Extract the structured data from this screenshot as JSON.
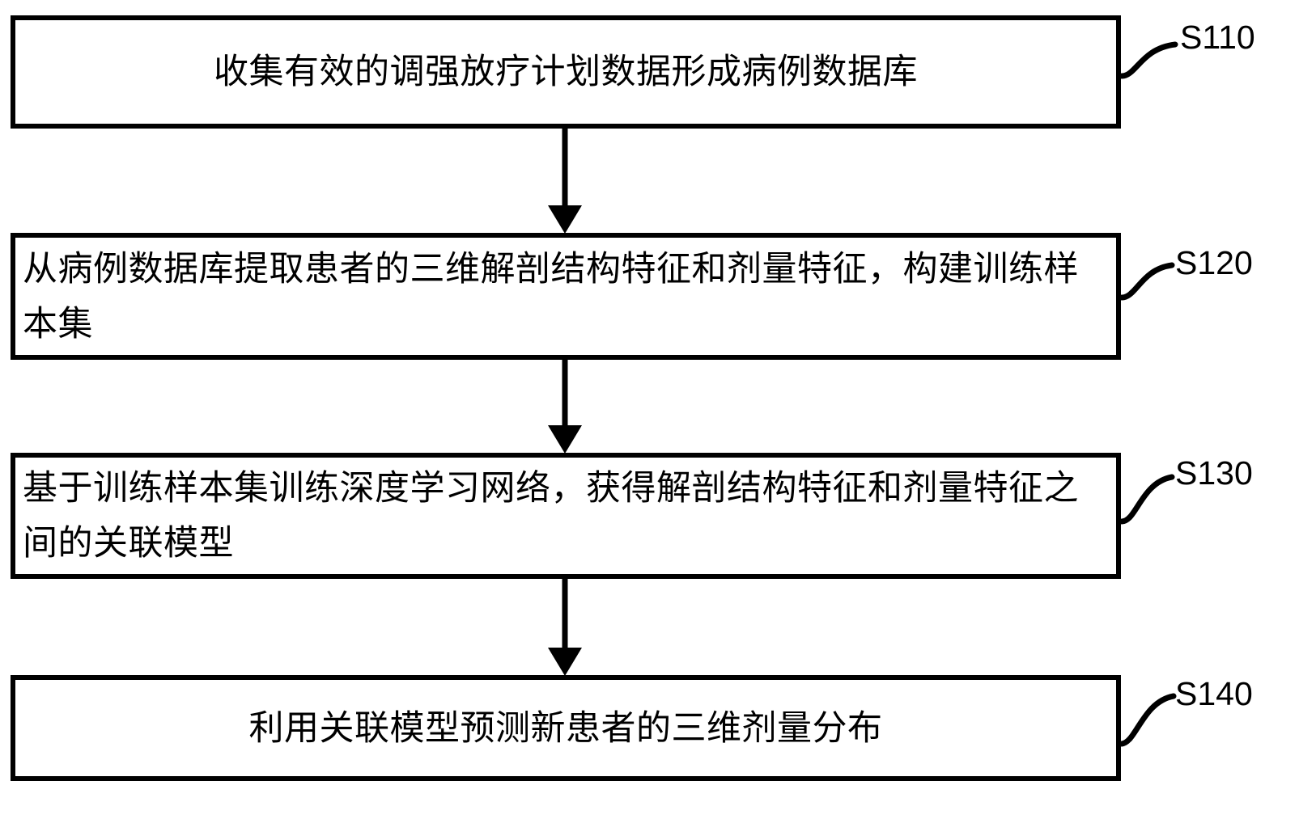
{
  "diagram": {
    "type": "flowchart",
    "orientation": "vertical",
    "title": "",
    "background_color": "#ffffff",
    "line_color": "#000000",
    "steps": [
      {
        "id": "S110",
        "label": "S110",
        "text": "收集有效的调强放疗计划数据形成病例数据库",
        "align": "center"
      },
      {
        "id": "S120",
        "label": "S120",
        "text": "从病例数据库提取患者的三维解剖结构特征和剂量特征，构建训练样本集",
        "align": "left"
      },
      {
        "id": "S130",
        "label": "S130",
        "text": "基于训练样本集训练深度学习网络，获得解剖结构特征和剂量特征之间的关联模型",
        "align": "left"
      },
      {
        "id": "S140",
        "label": "S140",
        "text": "利用关联模型预测新患者的三维剂量分布",
        "align": "center"
      }
    ],
    "connectors": [
      {
        "from": "S110",
        "to": "S120",
        "kind": "arrow-down"
      },
      {
        "from": "S120",
        "to": "S130",
        "kind": "arrow-down"
      },
      {
        "from": "S130",
        "to": "S140",
        "kind": "arrow-down"
      }
    ],
    "leader_lines": [
      {
        "for": "S110",
        "kind": "curved-leader"
      },
      {
        "for": "S120",
        "kind": "curved-leader"
      },
      {
        "for": "S130",
        "kind": "curved-leader"
      },
      {
        "for": "S140",
        "kind": "curved-leader"
      }
    ]
  }
}
